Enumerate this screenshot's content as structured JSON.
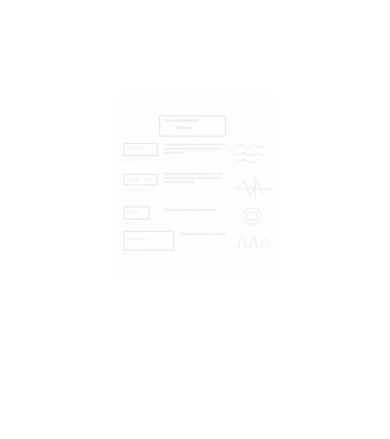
{
  "sheet": {
    "title_line_1": "Best Dixie Melodic",
    "title_line_2": "Patterns",
    "rows": [
      {
        "motif": "1 2 3 5 3",
        "under": "3 2 1 · · 5",
        "text": "A flowing run that outlines a triad, beginning on the root and landing on the fifth before turning back toward the third."
      },
      {
        "motif": "1 3 5 · 3 2 1",
        "under": "1 2 3 · 1 · 3 5",
        "text": "A fuller descending phrase that arches over the chord, passing through the upper tones before settling home on the root."
      },
      {
        "motif": "5 3 2",
        "under": "1 3 · 5",
        "text": "A short turn figure ending a phrase cleanly."
      },
      {
        "motif": "5 6 5 3 2 1",
        "under": "1 · 2 · 3 · 5 · 6",
        "text": "A closing line with a lift and a final fall."
      }
    ]
  }
}
